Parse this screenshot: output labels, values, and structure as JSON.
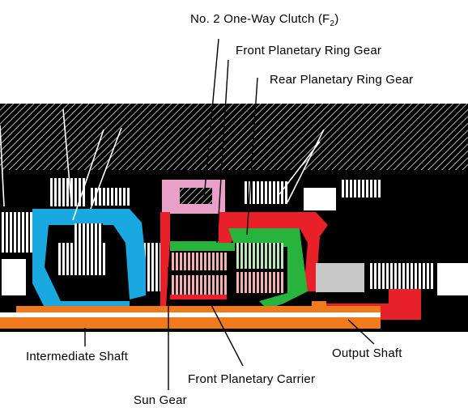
{
  "labels": {
    "one_way_clutch": "No. 2 One-Way Clutch (F",
    "one_way_clutch_sub": "2",
    "one_way_clutch_end": ")",
    "front_ring_gear": "Front Planetary Ring Gear",
    "rear_ring_gear": "Rear Planetary Ring Gear",
    "intermediate_shaft": "Intermediate Shaft",
    "output_shaft": "Output Shaft",
    "front_carrier": "Front Planetary Carrier",
    "sun_gear": "Sun Gear"
  },
  "colors": {
    "housing": "#000000",
    "hatch": "#ffffff",
    "blue_part": "#1aa8e0",
    "orange_shaft": "#f07a1e",
    "red_part": "#e8202a",
    "green_part": "#28b43c",
    "pink_clutch": "#e8a0c8",
    "gray_parts": "#c8c8c8"
  }
}
